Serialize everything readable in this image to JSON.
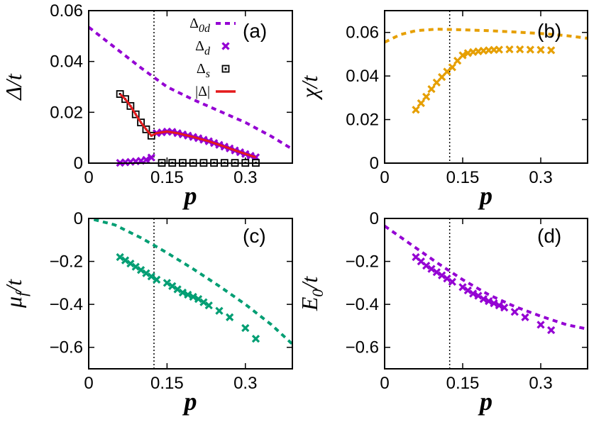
{
  "colors": {
    "purple": "#9400d3",
    "orange": "#e69f00",
    "green": "#009e73",
    "black": "#000000",
    "red": "#e41a1c"
  },
  "chart_data": [
    {
      "type": "line",
      "panel": "(a)",
      "ylabel": "Δ/t",
      "xlabel": "p",
      "xlim": [
        0,
        0.39
      ],
      "ylim": [
        0,
        0.06
      ],
      "xticks": [
        "0",
        "0.15",
        "0.3"
      ],
      "xtick_values": [
        0,
        0.15,
        0.3
      ],
      "yticks": [
        "0",
        "0.02",
        "0.04",
        "0.06"
      ],
      "ytick_values": [
        0,
        0.02,
        0.04,
        0.06
      ],
      "vline": 0.125,
      "legend": [
        {
          "label": "Δ0d",
          "main": "Δ",
          "sub": "0d",
          "style": "dashed",
          "color": "#9400d3"
        },
        {
          "label": "Δd",
          "main": "Δ",
          "sub": "d",
          "style": "cross",
          "color": "#9400d3"
        },
        {
          "label": "Δs",
          "main": "Δ",
          "sub": "s",
          "style": "square",
          "color": "#000000"
        },
        {
          "label": "|Δ|",
          "main": "|Δ|",
          "sub": "",
          "style": "solid",
          "color": "#e41a1c"
        }
      ],
      "series": [
        {
          "name": "Δ0d",
          "style": "dashed",
          "color": "#9400d3",
          "x": [
            0,
            0.05,
            0.1,
            0.15,
            0.2,
            0.25,
            0.3,
            0.35,
            0.39
          ],
          "y": [
            0.0535,
            0.0455,
            0.0375,
            0.03,
            0.025,
            0.0205,
            0.016,
            0.0105,
            0.0055
          ]
        },
        {
          "name": "Δd",
          "style": "cross",
          "color": "#9400d3",
          "x": [
            0.06,
            0.07,
            0.08,
            0.09,
            0.1,
            0.11,
            0.12,
            0.13,
            0.14,
            0.15,
            0.16,
            0.17,
            0.18,
            0.19,
            0.2,
            0.21,
            0.22,
            0.23,
            0.24,
            0.25,
            0.26,
            0.27,
            0.28,
            0.29,
            0.3,
            0.31,
            0.32
          ],
          "y": [
            0.0001,
            0.0003,
            0.0005,
            0.0007,
            0.0009,
            0.0013,
            0.0022,
            0.0118,
            0.0121,
            0.0124,
            0.0123,
            0.0118,
            0.0113,
            0.0108,
            0.0103,
            0.0098,
            0.0092,
            0.0086,
            0.0079,
            0.0072,
            0.0065,
            0.0058,
            0.005,
            0.0043,
            0.0036,
            0.0029,
            0.0023
          ]
        },
        {
          "name": "Δs",
          "style": "square",
          "color": "#000000",
          "x": [
            0.06,
            0.07,
            0.08,
            0.09,
            0.1,
            0.11,
            0.12,
            0.14,
            0.16,
            0.18,
            0.2,
            0.22,
            0.24,
            0.26,
            0.28,
            0.3,
            0.32
          ],
          "y": [
            0.0272,
            0.0252,
            0.0225,
            0.0192,
            0.016,
            0.0133,
            0.0108,
            0.0001,
            0.0001,
            0.0001,
            0.0001,
            0.0001,
            0.0001,
            0.0001,
            0.0001,
            0.0001,
            0.0001
          ]
        },
        {
          "name": "|Δ|",
          "style": "solid",
          "color": "#e41a1c",
          "x": [
            0.06,
            0.07,
            0.08,
            0.09,
            0.1,
            0.11,
            0.12,
            0.13,
            0.15,
            0.17,
            0.2,
            0.23,
            0.26,
            0.29,
            0.32
          ],
          "y": [
            0.0272,
            0.0252,
            0.0225,
            0.0192,
            0.016,
            0.0133,
            0.0108,
            0.0118,
            0.0124,
            0.0118,
            0.0103,
            0.0086,
            0.0065,
            0.0043,
            0.0023
          ]
        }
      ]
    },
    {
      "type": "line",
      "panel": "(b)",
      "ylabel": "χ/t",
      "xlabel": "p",
      "xlim": [
        0,
        0.39
      ],
      "ylim": [
        0,
        0.07
      ],
      "xticks": [
        "0",
        "0.15",
        "0.3"
      ],
      "xtick_values": [
        0,
        0.15,
        0.3
      ],
      "yticks": [
        "0",
        "0.02",
        "0.04",
        "0.06"
      ],
      "ytick_values": [
        0,
        0.02,
        0.04,
        0.06
      ],
      "vline": 0.125,
      "series": [
        {
          "style": "dashed",
          "color": "#e69f00",
          "x": [
            0,
            0.03,
            0.06,
            0.1,
            0.15,
            0.2,
            0.25,
            0.3,
            0.35,
            0.39
          ],
          "y": [
            0.0555,
            0.059,
            0.0608,
            0.0615,
            0.0612,
            0.0608,
            0.0602,
            0.0595,
            0.0585,
            0.0573
          ]
        },
        {
          "style": "cross",
          "color": "#e69f00",
          "x": [
            0.06,
            0.07,
            0.08,
            0.09,
            0.1,
            0.11,
            0.12,
            0.13,
            0.14,
            0.15,
            0.16,
            0.17,
            0.18,
            0.19,
            0.2,
            0.21,
            0.22,
            0.24,
            0.26,
            0.28,
            0.3,
            0.32
          ],
          "y": [
            0.0245,
            0.0275,
            0.0305,
            0.034,
            0.037,
            0.0395,
            0.042,
            0.044,
            0.047,
            0.0495,
            0.0505,
            0.051,
            0.0513,
            0.0516,
            0.0518,
            0.052,
            0.0521,
            0.0522,
            0.0522,
            0.0521,
            0.052,
            0.0518
          ]
        }
      ]
    },
    {
      "type": "line",
      "panel": "(c)",
      "ylabel": "μf/t",
      "ylabel_main": "μ",
      "ylabel_sub": "f",
      "ylabel_tail": "/t",
      "xlabel": "p",
      "xlim": [
        0,
        0.39
      ],
      "ylim": [
        -0.7,
        0
      ],
      "xticks": [
        "0",
        "0.15",
        "0.3"
      ],
      "xtick_values": [
        0,
        0.15,
        0.3
      ],
      "yticks": [
        "0",
        "−0.2",
        "−0.4",
        "−0.6"
      ],
      "ytick_values": [
        0,
        -0.2,
        -0.4,
        -0.6
      ],
      "vline": 0.125,
      "series": [
        {
          "style": "dashed",
          "color": "#009e73",
          "x": [
            0.01,
            0.05,
            0.1,
            0.15,
            0.2,
            0.25,
            0.3,
            0.35,
            0.39
          ],
          "y": [
            -0.005,
            -0.03,
            -0.09,
            -0.16,
            -0.235,
            -0.315,
            -0.4,
            -0.495,
            -0.585
          ]
        },
        {
          "style": "cross",
          "color": "#009e73",
          "x": [
            0.06,
            0.07,
            0.08,
            0.09,
            0.1,
            0.11,
            0.12,
            0.13,
            0.15,
            0.16,
            0.17,
            0.18,
            0.19,
            0.2,
            0.21,
            0.22,
            0.23,
            0.25,
            0.27,
            0.3,
            0.32
          ],
          "y": [
            -0.18,
            -0.195,
            -0.21,
            -0.225,
            -0.24,
            -0.255,
            -0.27,
            -0.285,
            -0.3,
            -0.315,
            -0.33,
            -0.345,
            -0.355,
            -0.365,
            -0.375,
            -0.39,
            -0.405,
            -0.43,
            -0.46,
            -0.51,
            -0.56
          ]
        }
      ]
    },
    {
      "type": "line",
      "panel": "(d)",
      "ylabel": "E0/t",
      "ylabel_main": "E",
      "ylabel_sub": "0",
      "ylabel_tail": "/t",
      "xlabel": "p",
      "xlim": [
        0,
        0.39
      ],
      "ylim": [
        -0.7,
        0
      ],
      "xticks": [
        "0",
        "0.15",
        "0.3"
      ],
      "xtick_values": [
        0,
        0.15,
        0.3
      ],
      "yticks": [
        "0",
        "−0.2",
        "−0.4",
        "−0.6"
      ],
      "ytick_values": [
        0,
        -0.2,
        -0.4,
        -0.6
      ],
      "vline": 0.125,
      "series": [
        {
          "style": "dashed",
          "color": "#9400d3",
          "x": [
            0,
            0.05,
            0.1,
            0.15,
            0.2,
            0.25,
            0.3,
            0.35,
            0.39
          ],
          "y": [
            -0.035,
            -0.12,
            -0.205,
            -0.285,
            -0.355,
            -0.41,
            -0.455,
            -0.495,
            -0.515
          ]
        },
        {
          "style": "cross",
          "color": "#9400d3",
          "x": [
            0.06,
            0.07,
            0.08,
            0.09,
            0.1,
            0.11,
            0.12,
            0.13,
            0.15,
            0.16,
            0.17,
            0.18,
            0.19,
            0.2,
            0.21,
            0.22,
            0.23,
            0.25,
            0.27,
            0.3,
            0.32
          ],
          "y": [
            -0.18,
            -0.2,
            -0.22,
            -0.235,
            -0.25,
            -0.265,
            -0.28,
            -0.295,
            -0.32,
            -0.335,
            -0.35,
            -0.36,
            -0.375,
            -0.385,
            -0.395,
            -0.405,
            -0.415,
            -0.435,
            -0.46,
            -0.495,
            -0.52
          ]
        }
      ]
    }
  ]
}
